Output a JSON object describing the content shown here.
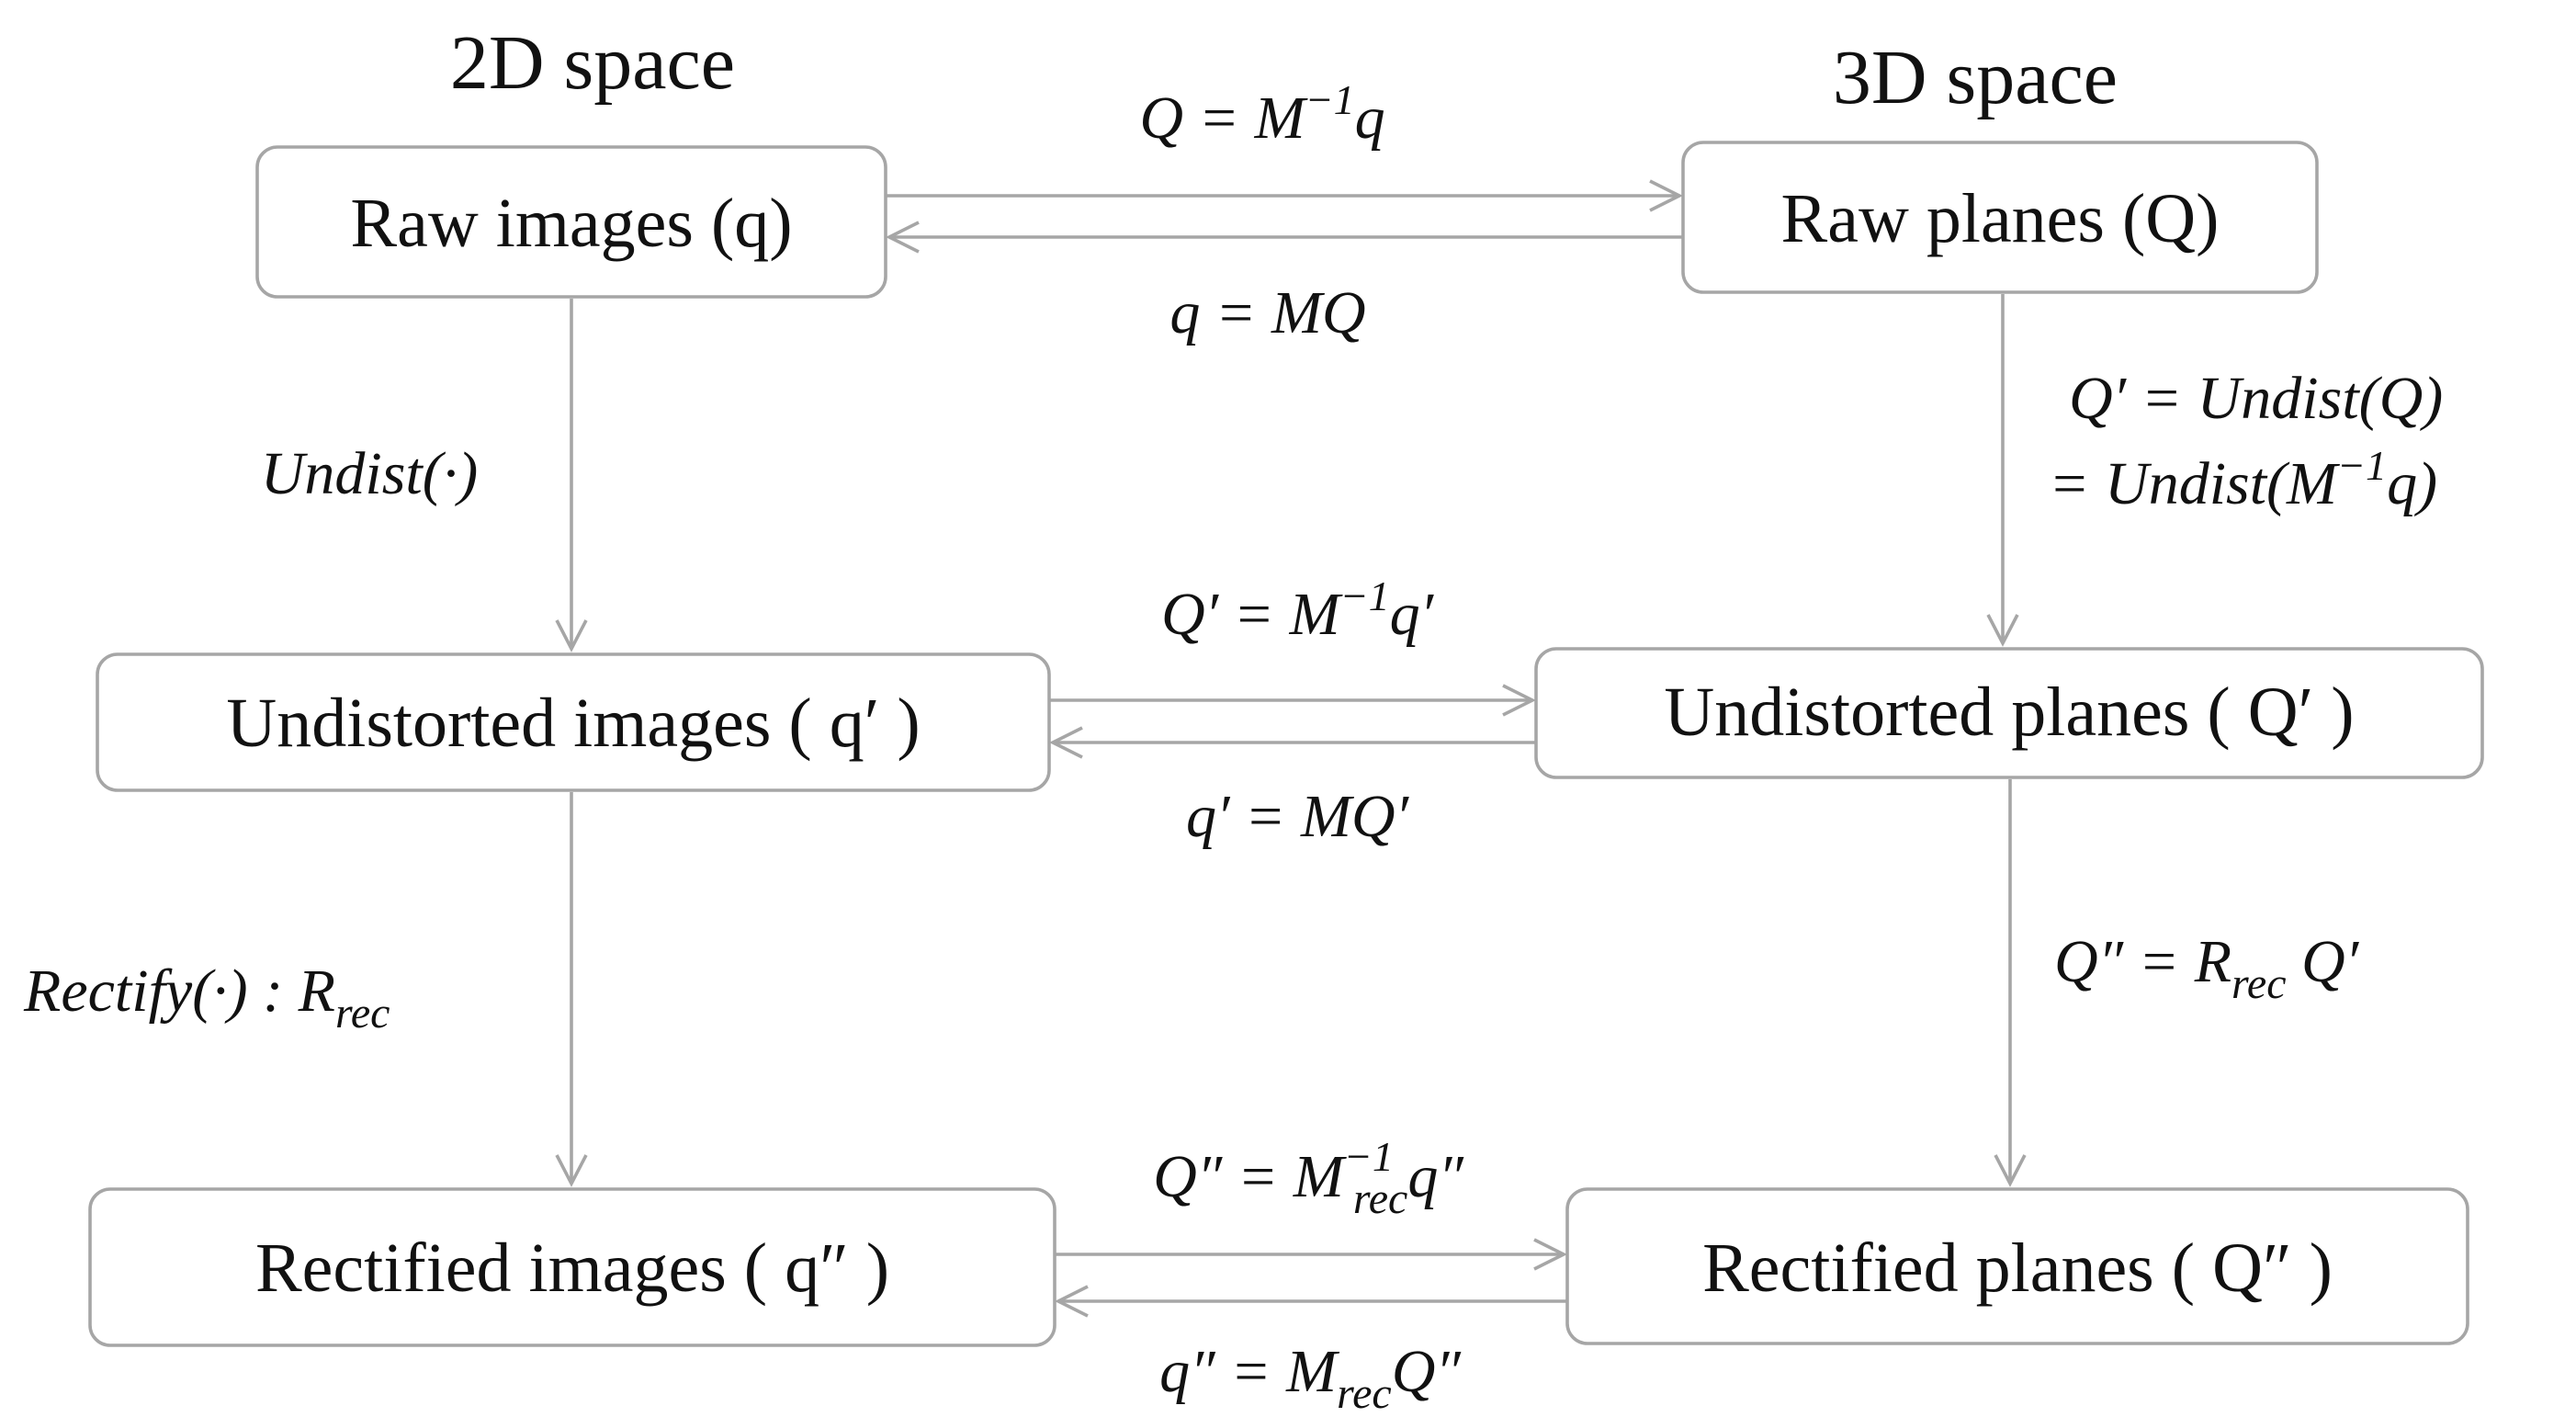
{
  "headings": {
    "space_2d": "2D space",
    "space_3d": "3D space"
  },
  "boxes": {
    "raw_images": "Raw images (q)",
    "raw_planes": "Raw planes (Q)",
    "undistorted_images": "Undistorted images ( q′ )",
    "undistorted_planes": "Undistorted planes ( Q′ )",
    "rectified_images": "Rectified images ( q″ )",
    "rectified_planes": "Rectified planes ( Q″ )"
  },
  "equations": {
    "raw_forward": {
      "main": "Q = M",
      "sup": "−1",
      "tail": "q"
    },
    "raw_backward": "q = MQ",
    "undist_left": "Undist(·)",
    "undist_right_1": "Q′ = Undist(Q)",
    "undist_right_2": {
      "main": "= Undist(M",
      "sup": "−1",
      "tail": "q)"
    },
    "undist_forward": {
      "main": "Q′ = M",
      "sup": "−1",
      "tail": "q′"
    },
    "undist_backward": "q′ = MQ′",
    "rectify_left": {
      "main": "Rectify(·) : R",
      "sub": "rec"
    },
    "rectify_right": {
      "main": "Q″ = R",
      "sub": "rec",
      "tail": " Q′"
    },
    "rect_forward": {
      "main": "Q″ = M",
      "sup": "−1",
      "sub": "rec",
      "tail": "q″"
    },
    "rect_backward": {
      "main": "q″ = M",
      "sub": "rec",
      "tail": "Q″"
    }
  },
  "colors": {
    "line": "#a6a6a6",
    "text": "#111111",
    "background": "#ffffff"
  }
}
